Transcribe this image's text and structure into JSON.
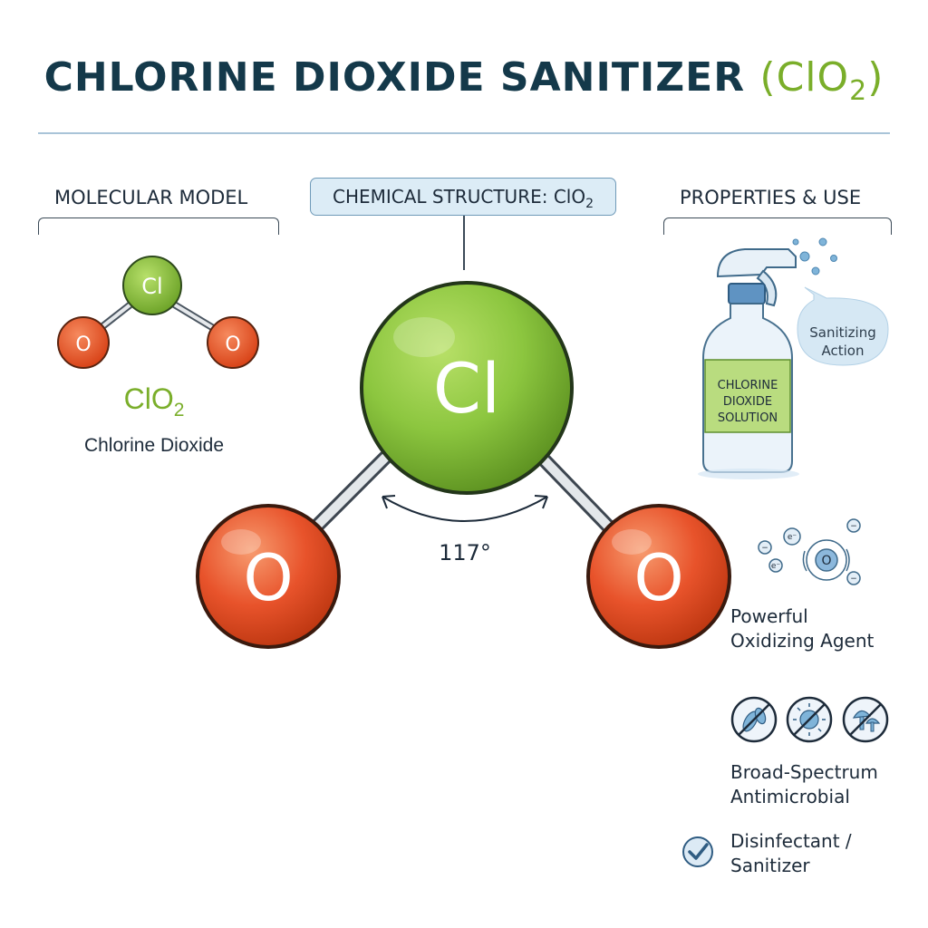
{
  "title": {
    "main": "CHLORINE DIOXIDE SANITIZER",
    "formula_open": "(ClO",
    "formula_sub": "2",
    "formula_close": ")"
  },
  "sections": {
    "molecular_model": "MOLECULAR MODEL",
    "chemical_structure": "CHEMICAL STRUCTURE: ClO",
    "chemical_structure_sub": "2",
    "properties": "PROPERTIES & USE"
  },
  "molecule": {
    "center_atom": "Cl",
    "side_atom_left": "O",
    "side_atom_right": "O",
    "bond_angle": "117°",
    "formula": "ClO",
    "formula_sub": "2",
    "name": "Chlorine Dioxide"
  },
  "bottle": {
    "label_line1": "CHLORINE",
    "label_line2": "DIOXIDE",
    "label_line3": "SOLUTION",
    "bubble_line1": "Sanitizing",
    "bubble_line2": "Action"
  },
  "properties": {
    "oxidizer_line1": "Powerful",
    "oxidizer_line2": "Oxidizing Agent",
    "antimicrobial_line1": "Broad-Spectrum",
    "antimicrobial_line2": "Antimicrobial",
    "disinfectant_line1": "Disinfectant /",
    "disinfectant_line2": "Sanitizer",
    "electron_label": "e⁻"
  },
  "colors": {
    "chlorine": "#8cc63f",
    "oxygen": "#e8532b",
    "title": "#14394a",
    "accent_blue": "#3f7fb2"
  },
  "icons": {
    "bond_angle_arrow": "double-arrow-arc",
    "oxidizer": "electron-orbit-icon",
    "antimicrobial": [
      "bacteria-crossed-icon",
      "virus-crossed-icon",
      "fungus-crossed-icon"
    ],
    "disinfectant": "checkmark-circle-icon"
  }
}
